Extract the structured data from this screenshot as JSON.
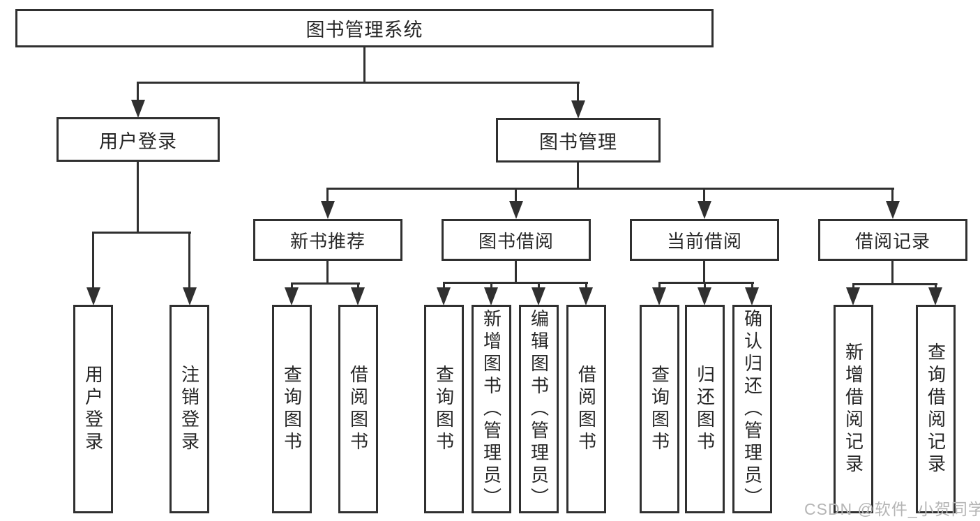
{
  "diagram": {
    "type": "hierarchy-tree",
    "colors": {
      "line": "#303030",
      "box_border": "#303030",
      "text": "#262626",
      "background": "#ffffff",
      "watermark": "#b5b5b5"
    },
    "watermark": "CSDN @软件_小贺同学",
    "tree": {
      "root": {
        "label": "图书管理系统",
        "children": [
          {
            "label": "用户登录",
            "children": [
              {
                "label": "用户登录"
              },
              {
                "label": "注销登录"
              }
            ]
          },
          {
            "label": "图书管理",
            "children": [
              {
                "label": "新书推荐",
                "children": [
                  {
                    "label": "查询图书"
                  },
                  {
                    "label": "借阅图书"
                  }
                ]
              },
              {
                "label": "图书借阅",
                "children": [
                  {
                    "label": "查询图书"
                  },
                  {
                    "label": "新增图书（管理员）"
                  },
                  {
                    "label": "编辑图书（管理员）"
                  },
                  {
                    "label": "借阅图书"
                  }
                ]
              },
              {
                "label": "当前借阅",
                "children": [
                  {
                    "label": "查询图书"
                  },
                  {
                    "label": "归还图书"
                  },
                  {
                    "label": "确认归还（管理员）"
                  }
                ]
              },
              {
                "label": "借阅记录",
                "children": [
                  {
                    "label": "新增借阅记录"
                  },
                  {
                    "label": "查询借阅记录"
                  }
                ]
              }
            ]
          }
        ]
      }
    }
  }
}
